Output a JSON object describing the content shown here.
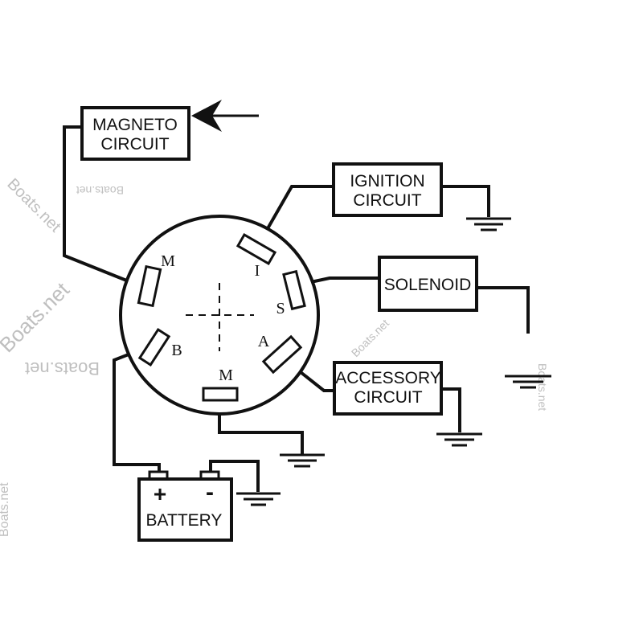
{
  "diagram": {
    "boxes": {
      "magneto": {
        "line1": "MAGNETO",
        "line2": "CIRCUIT"
      },
      "ignition": {
        "line1": "IGNITION",
        "line2": "CIRCUIT"
      },
      "solenoid": {
        "line1": "SOLENOID"
      },
      "accessory": {
        "line1": "ACCESSORY",
        "line2": "CIRCUIT"
      },
      "battery": {
        "label": "BATTERY",
        "plus": "+",
        "minus": "-"
      }
    },
    "switch_pins": {
      "m_top": "M",
      "i": "I",
      "s": "S",
      "a": "A",
      "b": "B",
      "m_bottom": "M"
    },
    "watermark": "Boats.net",
    "colors": {
      "line": "#111111",
      "background": "#ffffff",
      "watermark": "#bfbfbf"
    }
  }
}
